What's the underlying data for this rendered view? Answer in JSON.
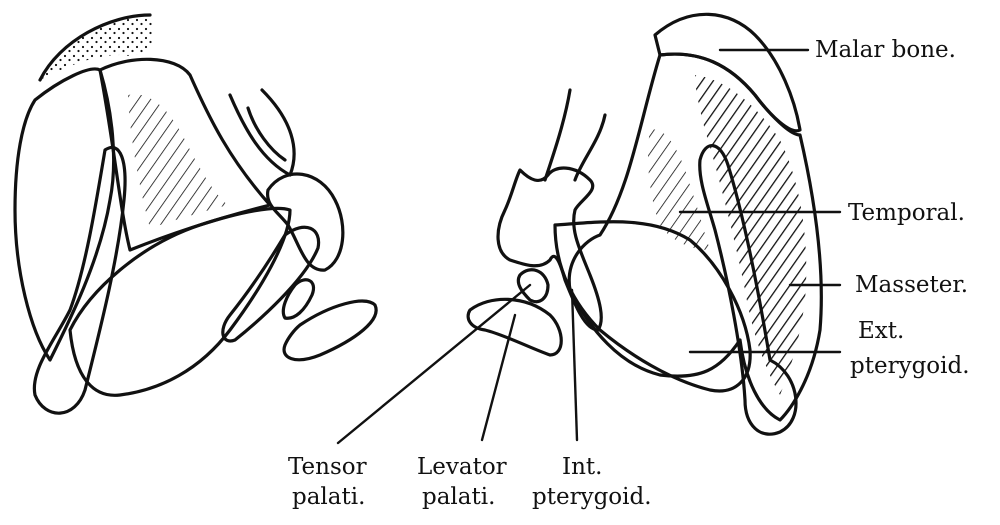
{
  "labels": {
    "malar_bone": "Malar bone.",
    "temporal": "Temporal.",
    "masseter": "Masseter.",
    "ext_pterygoid_1": "Ext.",
    "ext_pterygoid_2": "pterygoid.",
    "tensor_palati_1": "Tensor",
    "tensor_palati_2": "palati.",
    "levator_palati_1": "Levator",
    "levator_palati_2": "palati.",
    "int_pterygoid_1": "Int.",
    "int_pterygoid_2": "pterygoid."
  },
  "colors": {
    "ink": "#111111",
    "paper": "#ffffff"
  }
}
